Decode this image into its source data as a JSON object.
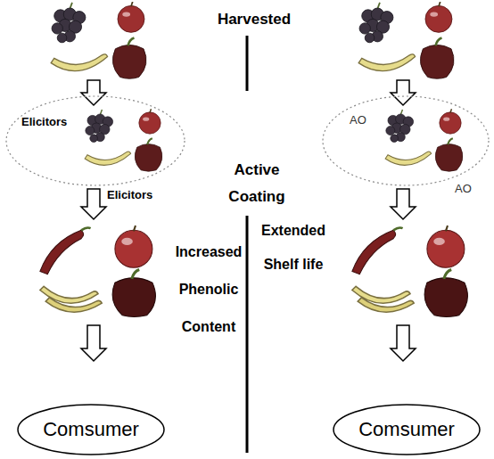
{
  "diagram": {
    "nodes": [
      {
        "text": [
          "Elicitors",
          "Elicitors"
        ]
      },
      {
        "text": [
          "AO",
          "AO"
        ]
      },
      {
        "text": [
          "Comsumer"
        ]
      },
      {
        "text": [
          "Comsumer"
        ]
      }
    ],
    "labels": [
      "Harvested",
      "Active Coating",
      "Increased Phenolic Content",
      "Extended Shelf life"
    ]
  }
}
